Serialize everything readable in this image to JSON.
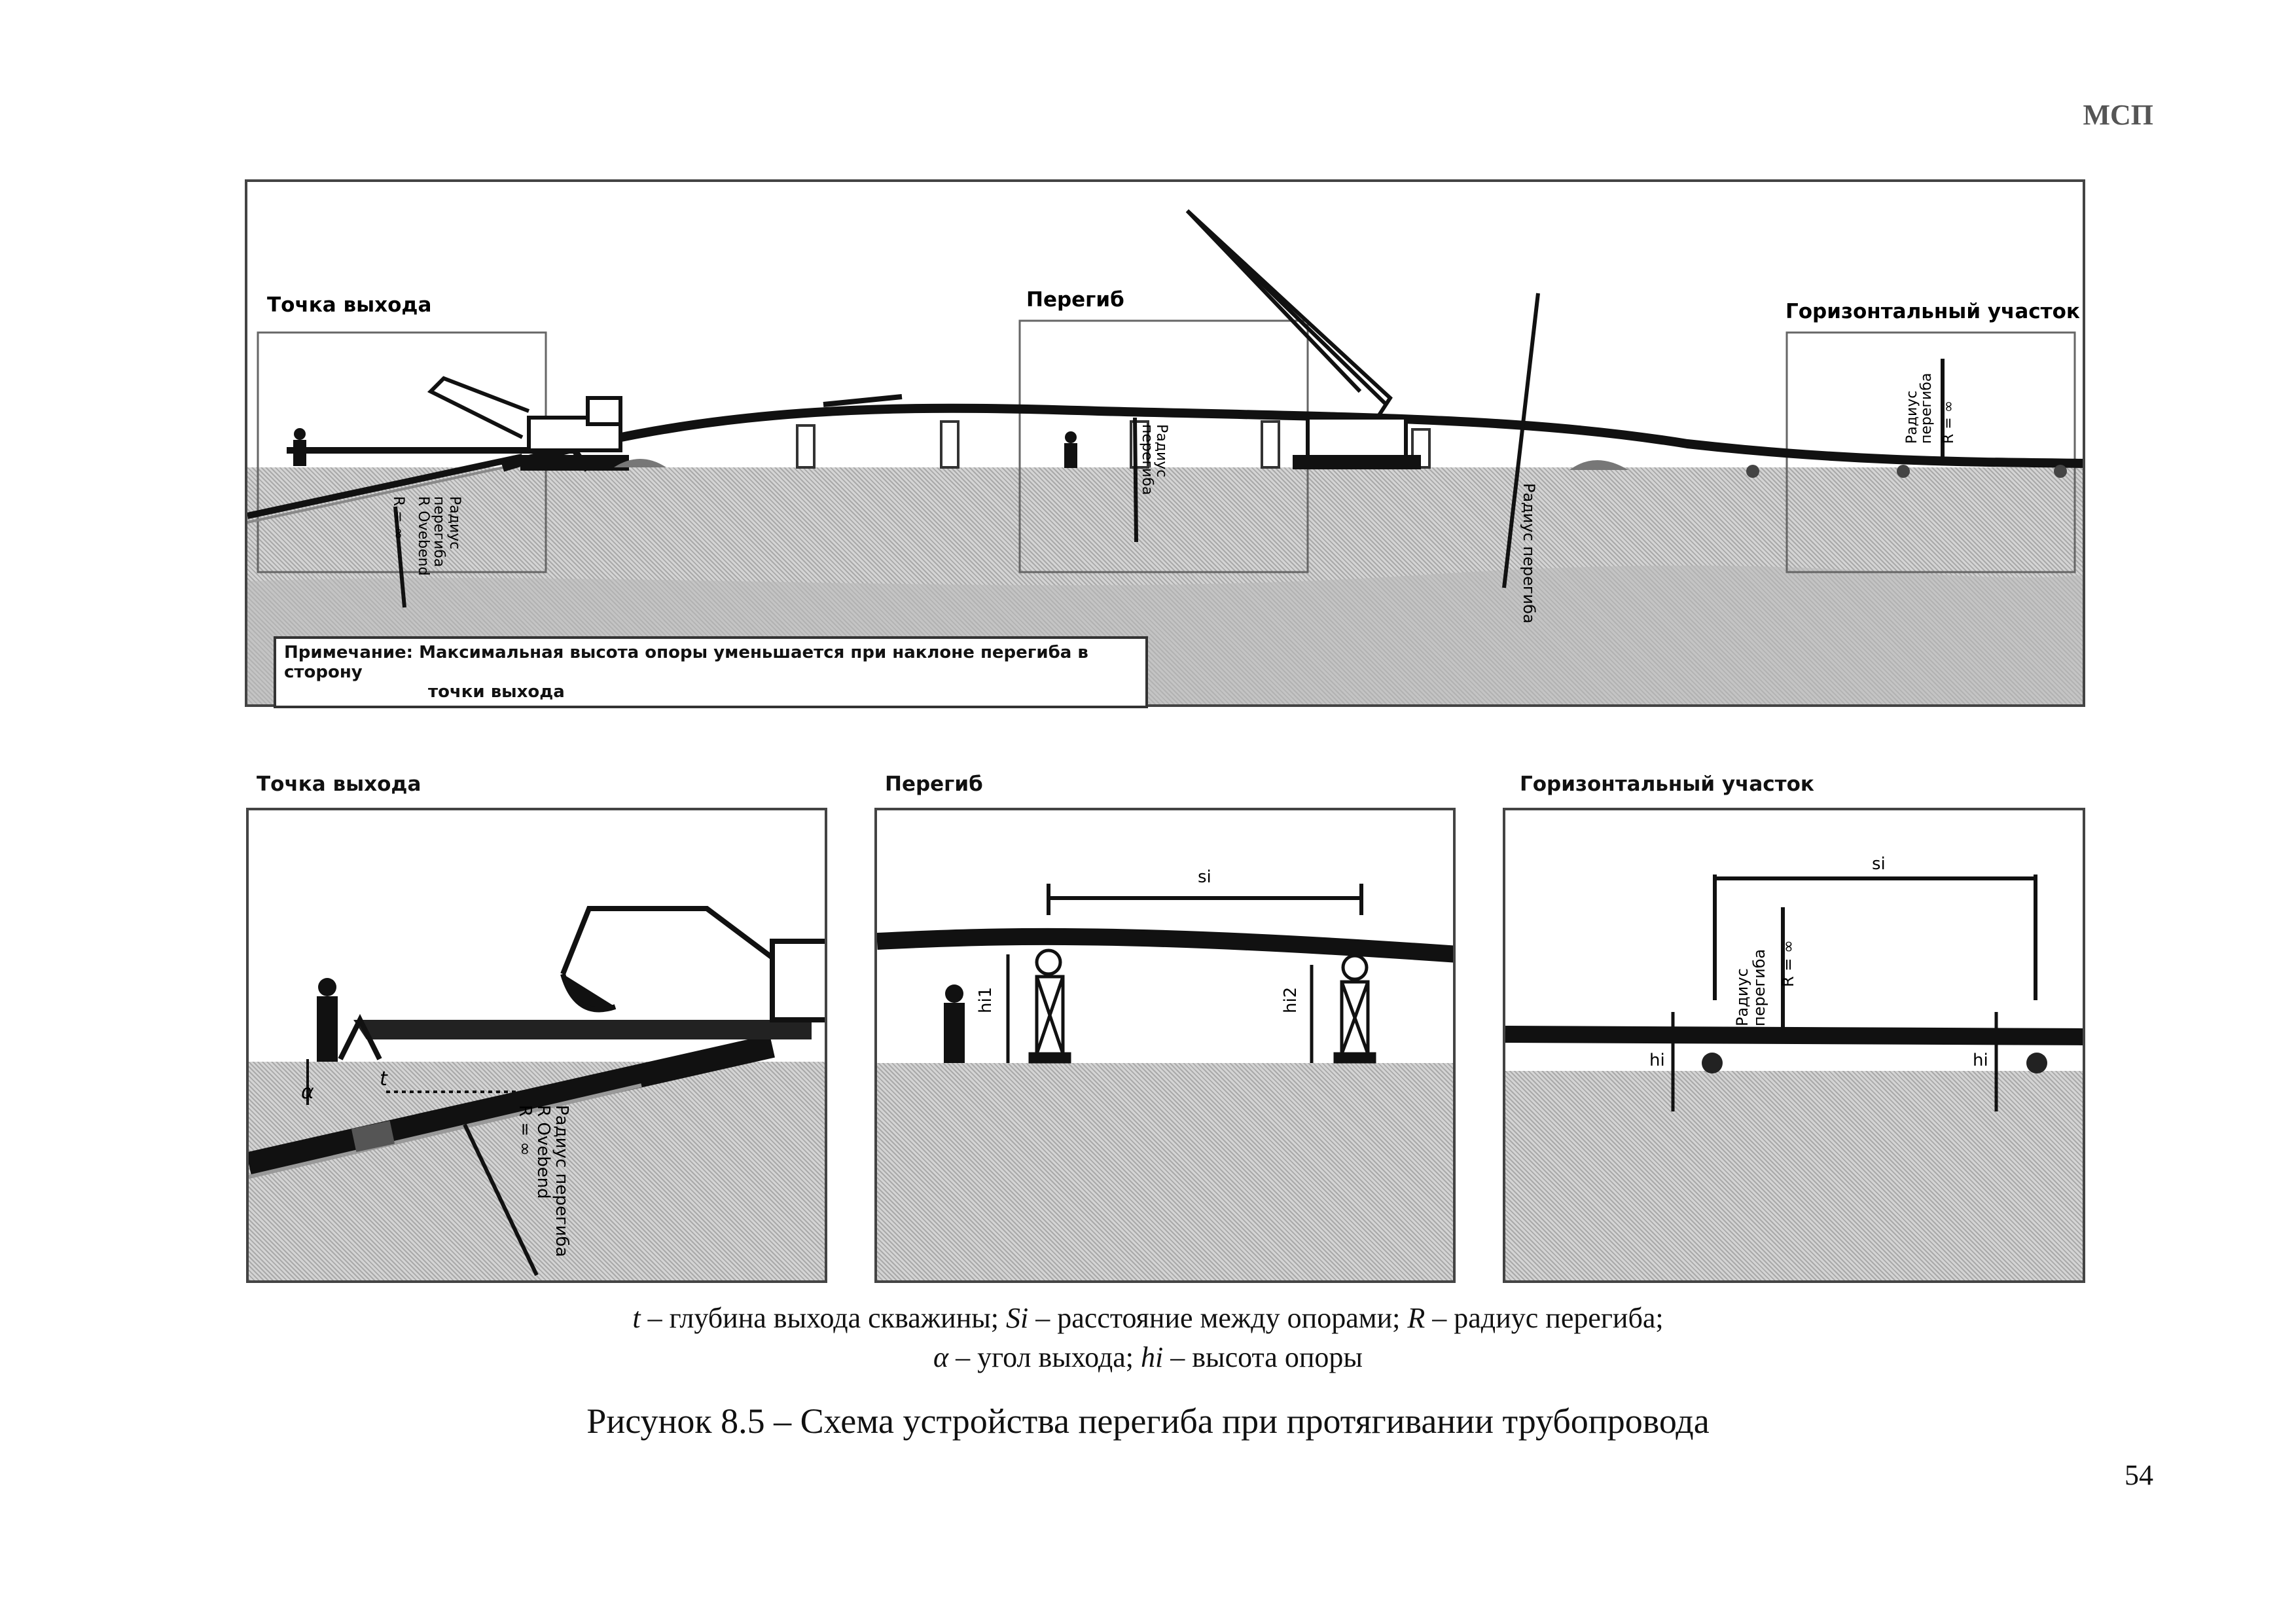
{
  "header": {
    "doc_code": "МСП",
    "page_number": "54"
  },
  "overview": {
    "label_exit_point": "Точка выхода",
    "label_bend": "Перегиб",
    "label_horizontal": "Горизонтальный участок",
    "radius_label_exit": [
      "Радиус",
      "перегиба",
      "R Ovebend",
      "R = ∞"
    ],
    "radius_label_bend": [
      "Радиус",
      "перегиба"
    ],
    "radius_label_mid": "Радиус перегиба",
    "radius_label_horizontal": [
      "Радиус",
      "перегиба",
      "R = ∞"
    ],
    "note_line1": "Примечание: Максимальная высота опоры уменьшается при наклоне перегиба в сторону",
    "note_line2": "точки выхода"
  },
  "detail_exit": {
    "title": "Точка выхода",
    "symbol_t": "t",
    "symbol_alpha": "α",
    "radius_label": [
      "Радиус перегиба",
      "R Ovebend",
      "R = ∞"
    ]
  },
  "detail_bend": {
    "title": "Перегиб",
    "span_label": "si",
    "h1_label": "hi1",
    "h2_label": "hi2"
  },
  "detail_horizontal": {
    "title": "Горизонтальный участок",
    "span_label": "si",
    "h_label": "hi",
    "radius_label": [
      "Радиус",
      "перегиба",
      "R = ∞"
    ]
  },
  "legend": {
    "line1": {
      "t_sym": "t",
      "t_desc": " – глубина выхода скважины;   ",
      "s_sym": "Si",
      "s_desc": " – расстояние между опорами; ",
      "r_sym": "R",
      "r_desc": " – радиус перегиба;"
    },
    "line2": {
      "a_sym": "α",
      "a_desc": " – угол выхода;   ",
      "h_sym": "hi",
      "h_desc": " – высота опоры"
    }
  },
  "caption": "Рисунок 8.5  – Схема устройства перегиба при протягивании трубопровода"
}
